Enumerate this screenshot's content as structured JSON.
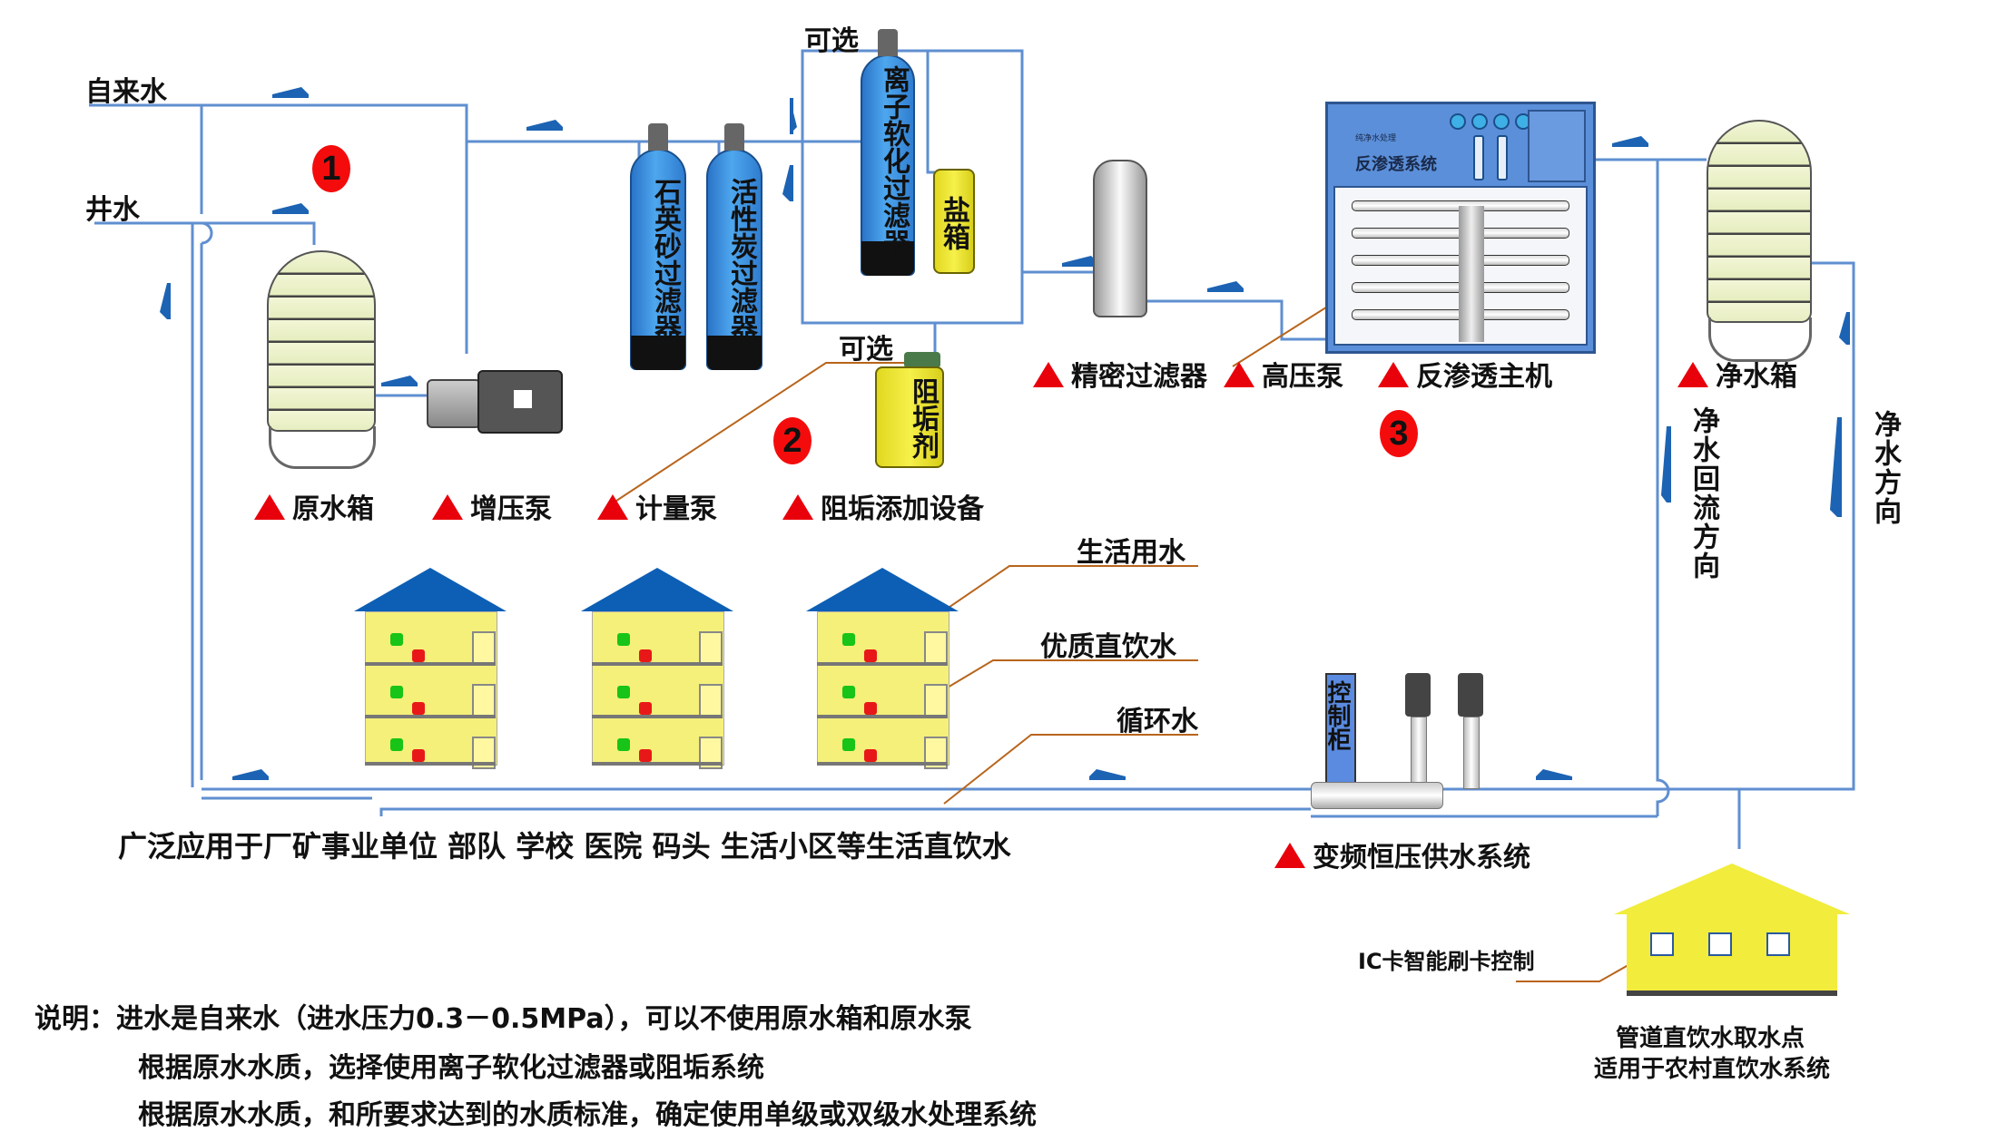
{
  "sources": {
    "tap_water": "自来水",
    "well_water": "井水"
  },
  "markers": [
    "1",
    "2",
    "3"
  ],
  "optional_labels": {
    "softener_optional": "可选",
    "dosing_optional": "可选"
  },
  "vessels": {
    "quartz_sand_filter": "石英砂过滤器",
    "activated_carbon_filter": "活性炭过滤器",
    "ion_softener": "离子软化过滤器",
    "salt_tank": "盐箱",
    "antiscalant": "阻垢剂"
  },
  "ro_panel": {
    "title": "反渗透系统",
    "subtitle": "纯净水处理"
  },
  "component_labels": {
    "raw_water_tank": "原水箱",
    "booster_pump": "增压泵",
    "metering_pump": "计量泵",
    "antiscalant_dosing": "阻垢添加设备",
    "precision_filter": "精密过滤器",
    "high_pressure_pump": "高压泵",
    "ro_main_unit": "反渗透主机",
    "pure_water_tank": "净水箱",
    "vfd_supply_system": "变频恒压供水系统"
  },
  "direction_labels": {
    "return_flow": "净水回流方向",
    "pure_flow": "净水方向"
  },
  "building_callouts": {
    "domestic_water": "生活用水",
    "drinking_water": "优质直饮水",
    "circulating_water": "循环水"
  },
  "control_cabinet": "控制柜",
  "application_text": "广泛应用于厂矿事业单位 部队 学校 医院 码头 生活小区等生活直饮水",
  "rural_point": {
    "ic_card": "IC卡智能刷卡控制",
    "caption_line1": "管道直饮水取水点",
    "caption_line2": "适用于农村直饮水系统"
  },
  "notes": [
    "说明：进水是自来水（进水压力0.3－0.5MPa），可以不使用原水箱和原水泵",
    "根据原水水质，选择使用离子软化过滤器或阻垢系统",
    "根据原水水质，和所要求达到的水质标准，确定使用单级或双级水处理系统"
  ],
  "colors": {
    "pipe": "#5f8fd0",
    "marker_red": "#f40c0c",
    "callout_line": "#b8651c",
    "tank_blue": "#3d93e3",
    "yellow": "#f2ec3c"
  }
}
